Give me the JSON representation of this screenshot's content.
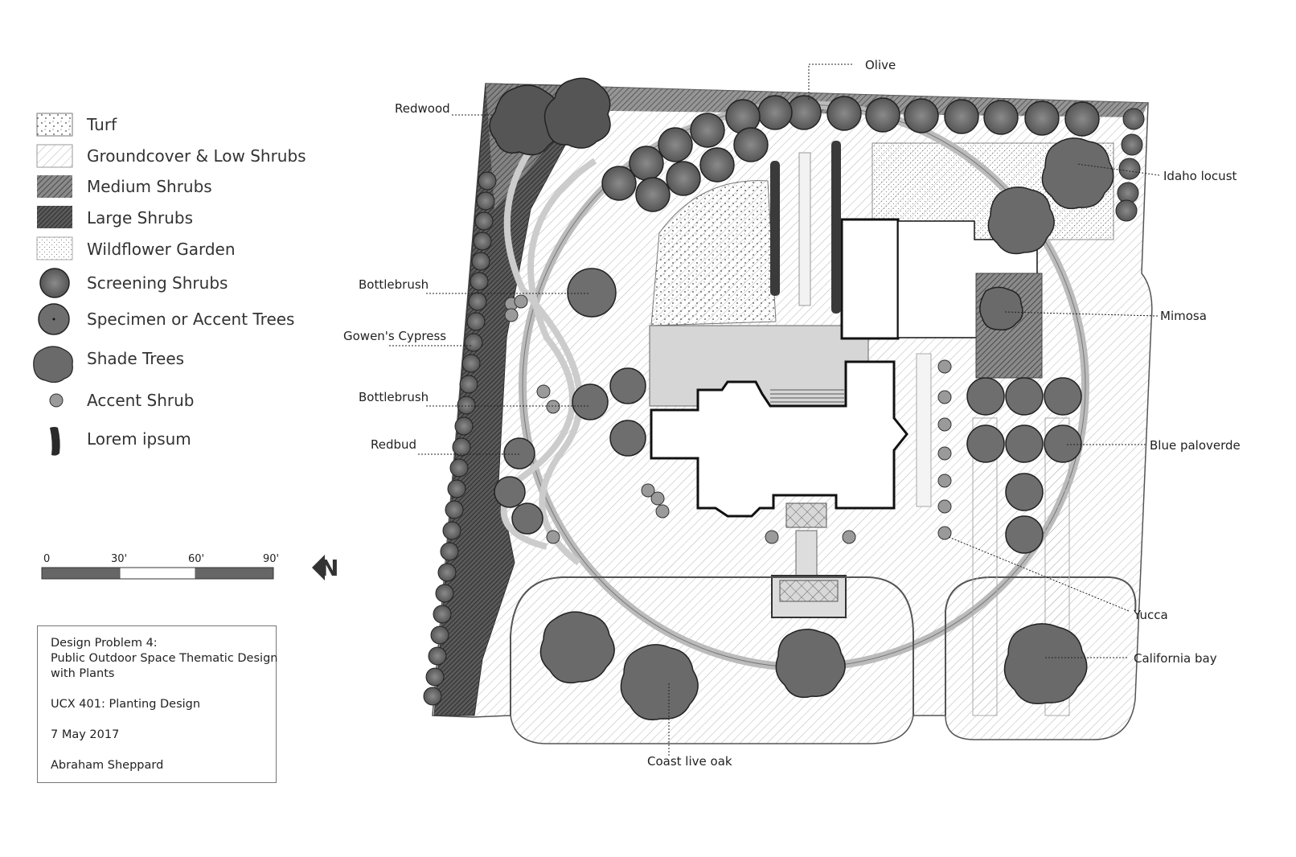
{
  "legend": [
    {
      "label": "Turf",
      "pattern": "turf"
    },
    {
      "label": "Groundcover & Low Shrubs",
      "pattern": "groundcover"
    },
    {
      "label": "Medium Shrubs",
      "pattern": "medium"
    },
    {
      "label": "Large Shrubs",
      "pattern": "large"
    },
    {
      "label": "Wildflower Garden",
      "pattern": "wildflower"
    },
    {
      "label": "Screening Shrubs",
      "pattern": "screening"
    },
    {
      "label": "Specimen or Accent Trees",
      "pattern": "specimen"
    },
    {
      "label": "Shade Trees",
      "pattern": "shade"
    },
    {
      "label": "Accent Shrub",
      "pattern": "accent"
    },
    {
      "label": "Lorem ipsum",
      "pattern": "hedge"
    }
  ],
  "scale_bar": {
    "labels": [
      "0",
      "30'",
      "60'",
      "90'"
    ]
  },
  "north_label": "N",
  "title_block": {
    "line1": "Design Problem 4:",
    "line2": "Public Outdoor Space Thematic Design",
    "line3": "with Plants",
    "course": "UCX 401: Planting Design",
    "date": "7 May 2017",
    "author": "Abraham Sheppard"
  },
  "callouts": {
    "olive": "Olive",
    "redwood": "Redwood",
    "idaho_locust": "Idaho locust",
    "bottlebrush_1": "Bottlebrush",
    "mimosa": "Mimosa",
    "gowens_cypress": "Gowen's Cypress",
    "bottlebrush_2": "Bottlebrush",
    "blue_paloverde": "Blue paloverde",
    "redbud": "Redbud",
    "yucca": "Yucca",
    "california_bay": "California bay",
    "coast_live_oak": "Coast live oak"
  },
  "colors": {
    "tree_fill": "#6e6e6e",
    "line": "#222222",
    "hatch": "#9a9a9a",
    "paving": "#dcdcdc"
  }
}
